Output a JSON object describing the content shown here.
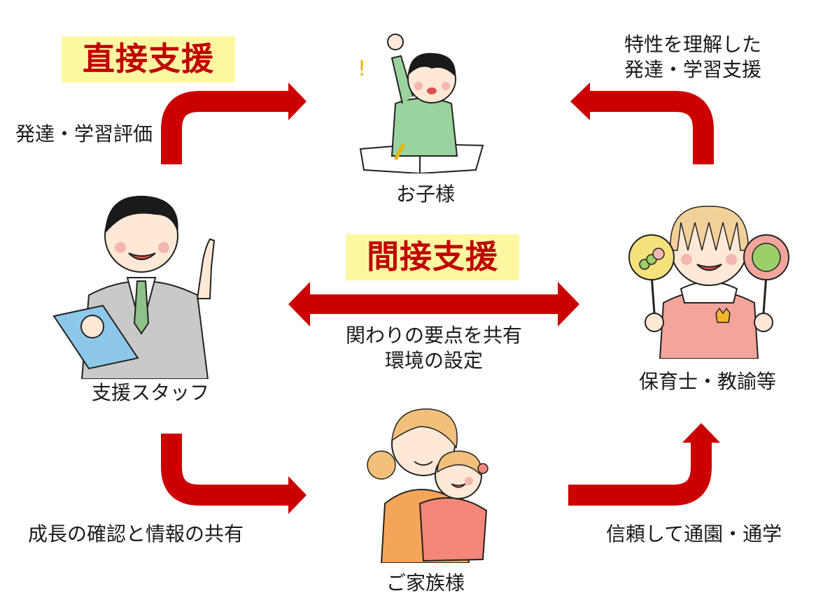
{
  "direct_support": "直接支援",
  "indirect_support": "間接支援",
  "labels": {
    "assessment": "発達・学習評価",
    "child": "お子様",
    "teacher_support_l1": "特性を理解した",
    "teacher_support_l2": "発達・学習支援",
    "staff": "支援スタッフ",
    "share_l1": "関わりの要点を共有",
    "share_l2": "環境の設定",
    "teachers": "保育士・教諭等",
    "growth": "成長の確認と情報の共有",
    "family": "ご家族様",
    "trust": "信頼して通園・通学"
  },
  "colors": {
    "arrow": "#cc0000",
    "badge_bg": "#fdf7a1",
    "badge_text": "#c00000"
  }
}
